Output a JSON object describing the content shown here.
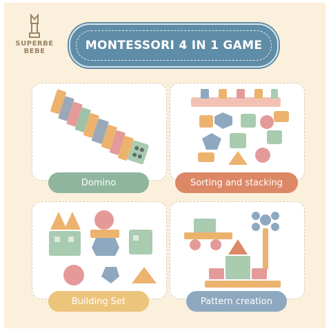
{
  "brand": {
    "line1": "SUPERBE",
    "line2": "BEBE",
    "icon": "crown-icon"
  },
  "title": "MONTESSORI 4 IN 1 GAME",
  "colors": {
    "background": "#fbf0dc",
    "title_pill": "#5f8ca6",
    "sage": "#8fb59f",
    "terracotta": "#dc8766",
    "mustard": "#ecc47c",
    "slate_blue": "#8ea8bf"
  },
  "cards": [
    {
      "label": "Domino"
    },
    {
      "label": "Sorting and stacking"
    },
    {
      "label": "Building Set"
    },
    {
      "label": "Pattern creation"
    }
  ]
}
